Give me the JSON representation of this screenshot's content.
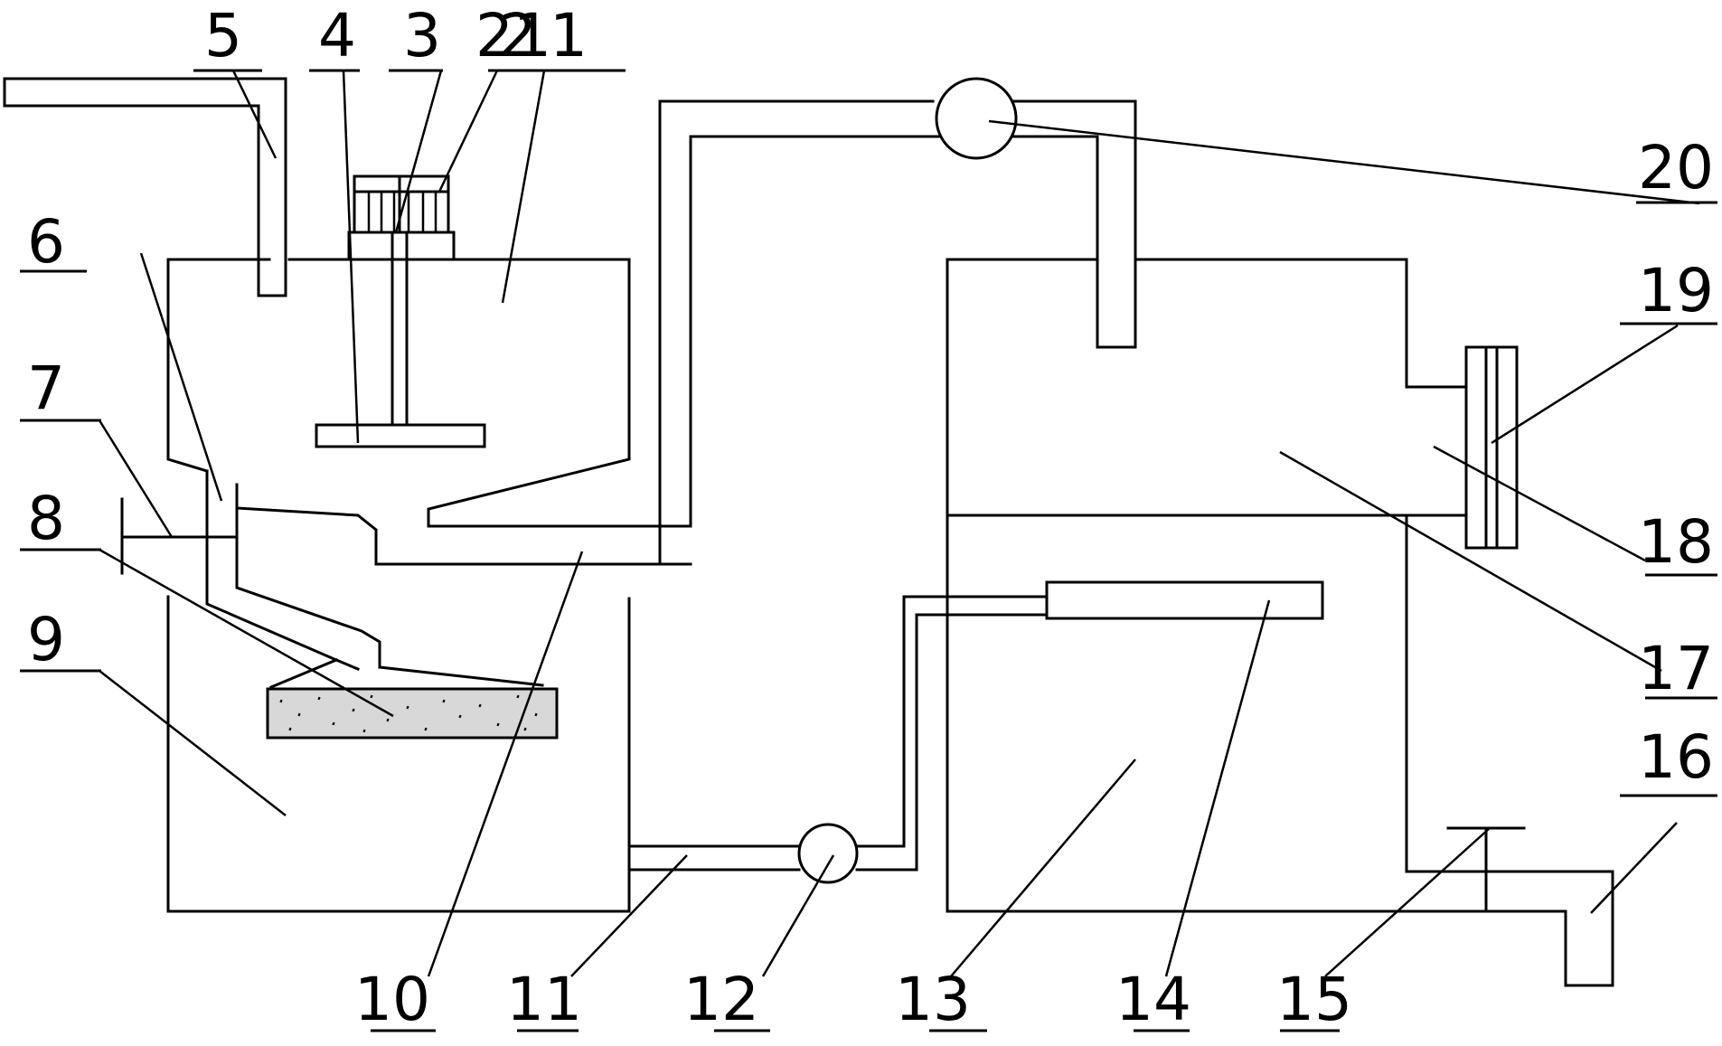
{
  "labels": {
    "l1": "1",
    "l2": "2",
    "l3": "3",
    "l4": "4",
    "l5": "5",
    "l6": "6",
    "l7": "7",
    "l8": "8",
    "l9": "9",
    "l10": "10",
    "l11": "11",
    "l12": "12",
    "l13": "13",
    "l14": "14",
    "l15": "15",
    "l16": "16",
    "l17": "17",
    "l18": "18",
    "l19": "19",
    "l20": "20",
    "l21": "21"
  }
}
